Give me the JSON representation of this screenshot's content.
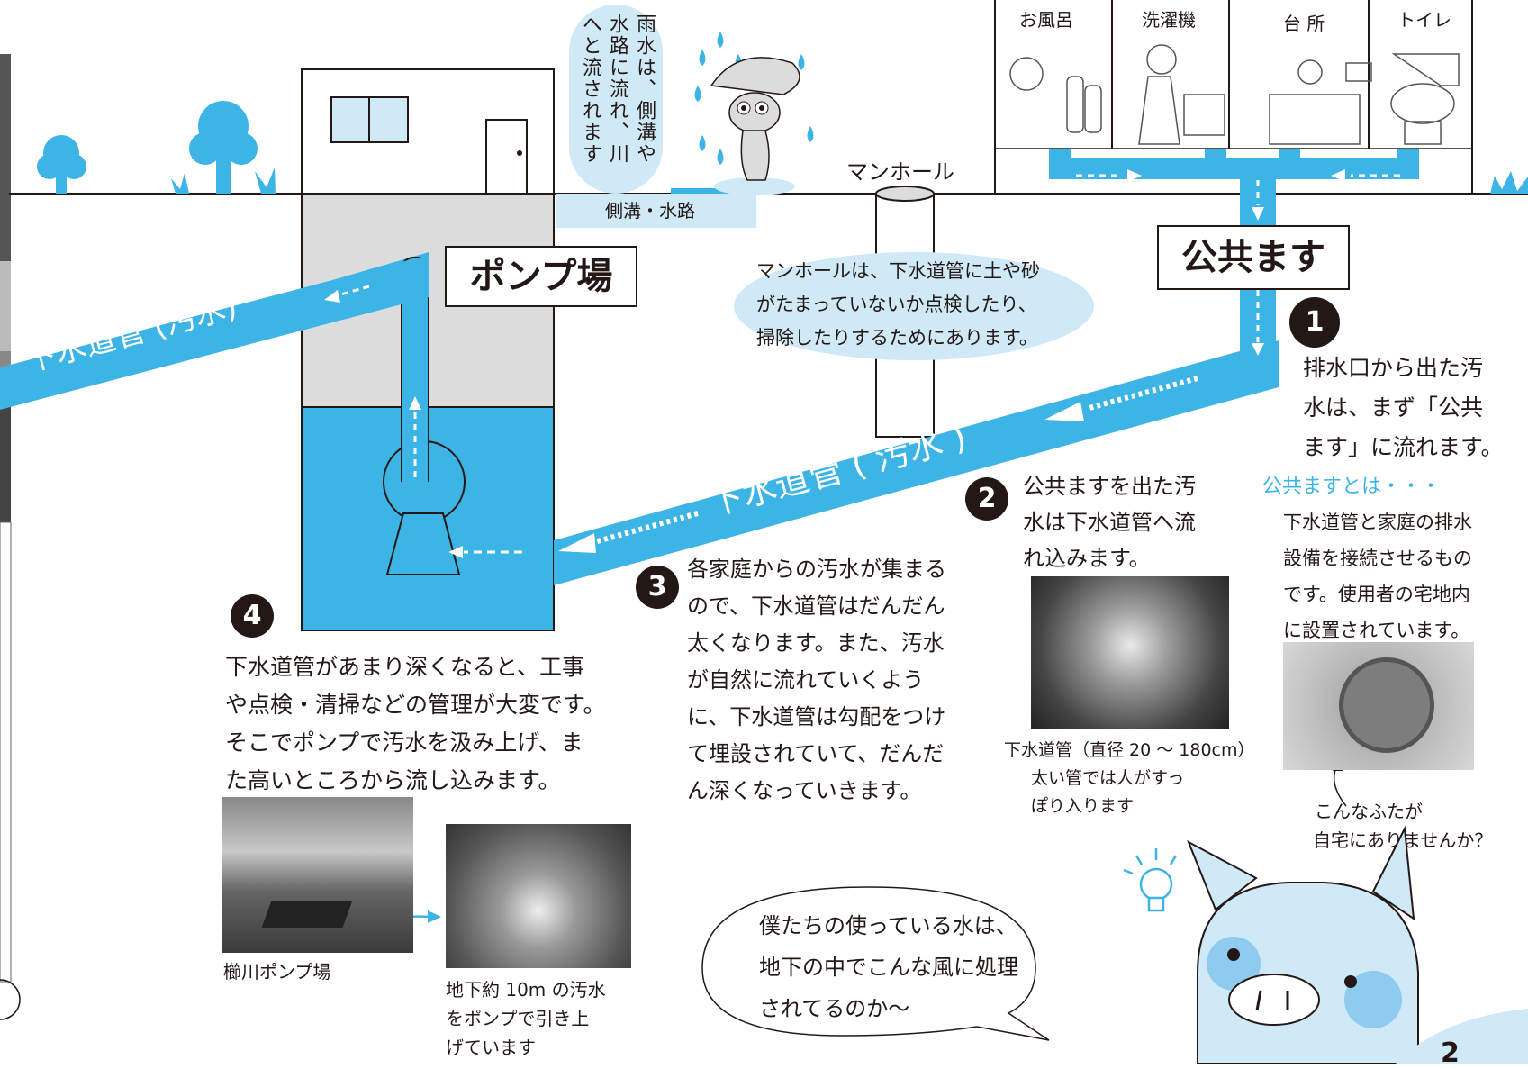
{
  "rooms": [
    "お風呂",
    "洗濯機",
    "台 所",
    "トイレ"
  ],
  "labels": {
    "manhole": "マンホール",
    "sidegutter": "側溝・水路",
    "pump_station": "ポンプ場",
    "public_masu": "公共ます",
    "pipe_left": "下水道管 (汚水)",
    "pipe_main": "下水道管 ( 汚水 )"
  },
  "rain_note": [
    "雨水は、側溝や",
    "水路に流れ、川",
    "へと流されます"
  ],
  "manhole_note": [
    "マンホールは、下水道管に土や砂",
    "がたまっていないか点検したり、",
    "掃除したりするためにあります。"
  ],
  "steps": [
    {
      "num": "1",
      "lines": [
        "排水口から出た汚",
        "水は、まず「公共",
        "ます」に流れます。"
      ]
    },
    {
      "num": "2",
      "lines": [
        "公共ますを出た汚",
        "水は下水道管へ流",
        "れ込みます。"
      ]
    },
    {
      "num": "3",
      "lines": [
        "各家庭からの汚水が集まる",
        "ので、下水道管はだんだん",
        "太くなります。また、汚水",
        "が自然に流れていくよう",
        "に、下水道管は勾配をつけ",
        "て埋設されていて、だんだ",
        "ん深くなっていきます。"
      ]
    },
    {
      "num": "4",
      "lines": [
        "下水道管があまり深くなると、工事",
        "や点検・清掃などの管理が大変です。",
        "そこでポンプで汚水を汲み上げ、ま",
        "た高いところから流し込みます。"
      ]
    }
  ],
  "masu_info": {
    "title": "公共ますとは・・・",
    "lines": [
      "下水道管と家庭の排水",
      "設備を接続させるもの",
      "です。使用者の宅地内",
      "に設置されています。"
    ],
    "cover_caption": [
      "こんなふたが",
      "自宅にありませんか？"
    ]
  },
  "pipe_photo_caption": [
    "下水道管（直径 20 ～ 180cm）",
    "太い管では人がすっ",
    "ぽり入ります"
  ],
  "yanagawa_caption": "櫛川ポンプ場",
  "underground_caption": [
    "地下約 10m の汚水",
    "をポンプで引き上",
    "げています"
  ],
  "speech": [
    "僕たちの使っている水は、",
    "地下の中でこんな風に処理",
    "されてるのか～"
  ],
  "page_number": "2",
  "colors": {
    "water": "#3cb4e5",
    "light_blue": "#cfe9f7",
    "gray": "#dcdcdc",
    "ink": "#231815"
  }
}
